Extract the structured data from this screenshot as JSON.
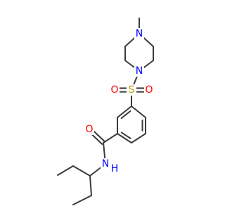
{
  "molecule": {
    "colors": {
      "bond": "#3a3a3a",
      "N": "#0000ff",
      "O": "#ff0000",
      "S": "#b8a000"
    },
    "atoms": [
      {
        "id": "n_top",
        "label": "N",
        "element": "N"
      },
      {
        "id": "n_mid",
        "label": "N",
        "element": "N"
      },
      {
        "id": "s1",
        "label": "S",
        "element": "S"
      },
      {
        "id": "o_left",
        "label": "O",
        "element": "O"
      },
      {
        "id": "o_right",
        "label": "O",
        "element": "O"
      },
      {
        "id": "o_amide",
        "label": "O",
        "element": "O"
      },
      {
        "id": "nh",
        "label": "N",
        "element": "N"
      },
      {
        "id": "h_nh",
        "label": "H",
        "element": "N"
      }
    ]
  }
}
